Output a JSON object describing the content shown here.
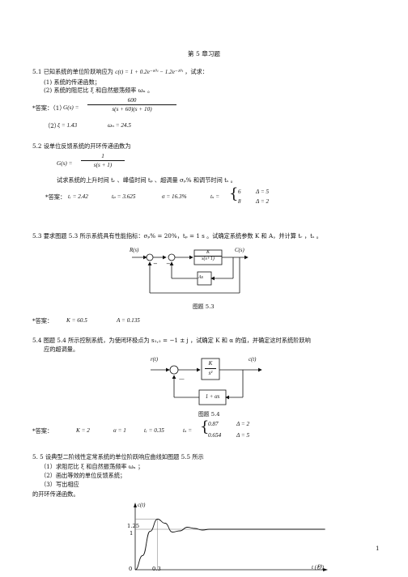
{
  "doc": {
    "title": "第 5 章习题",
    "page_number": "1"
  },
  "q1": {
    "head": "5.1 已知系统的单位阶跃响应为",
    "formula": "c(t) = 1 + 0.2e⁻⁶⁰ᵗ − 1.2e⁻¹⁰ᵗ",
    "tail": "，试求：",
    "item1": "(1) 系统的传递函数；",
    "item2": "(2) 系统的阻尼比 ξ 和自然振荡频率 ωₙ 。",
    "ans_label": "*答案：（1）",
    "ans_lhs": "G(s) =",
    "ans_num": "600",
    "ans_den": "s(s + 60)(s + 10)",
    "ans2_label": "（2）",
    "ans2_a": "ξ = 1.43",
    "ans2_b": "ωₙ = 24.5"
  },
  "q2": {
    "head": "5.2 设单位反馈系统的开环传递函数为",
    "lhs": "G(s) =",
    "num": "1",
    "den": "s(s + 1)",
    "ask": "试求系统的上升时间 tᵣ 、峰值时间 tₚ 、超调量 σₚ% 和调节时间 tₛ 。",
    "ans_label": "*答案：",
    "ans_tr": "tᵣ = 2.42",
    "ans_tp": "tₚ = 3.625",
    "ans_sigma": "σ = 16.3%",
    "ans_ts": "tₛ =",
    "ts_row1_val": "6",
    "ts_row1_cond": "Δ = 5",
    "ts_row2_val": "8",
    "ts_row2_cond": "Δ = 2"
  },
  "q3": {
    "head": "5.3 要求图题 5.3 所示系统具有性能指标：σₚ% = 20%，tₚ = 1 s 。试确定系统参数 K 和 A，并计算 tᵣ ，tₛ 。",
    "fig_input": "R(s)",
    "fig_output": "C(s)",
    "fig_block_num": "K",
    "fig_block_den": "s(s+1)",
    "fig_feedback": "As",
    "caption": "图题 5.3",
    "ans_label": "*答案：",
    "ans_K": "K = 60.5",
    "ans_A": "A = 0.135"
  },
  "q4": {
    "head": "5.4 图题 5.4 所示控制系统，为使闭环极点为 s₁,₂ = −1 ± j ，试确定 K 和 α 的值，并确定这时系统阶跃响",
    "head2": "应的超调量。",
    "fig_input": "r(t)",
    "fig_output": "c(t)",
    "fig_block_num": "K",
    "fig_block_den": "s²",
    "fig_feedback": "1 + αs",
    "caption": "图题 5.4",
    "ans_label": "*答案：",
    "ans_K": "K = 2",
    "ans_alpha": "α = 1",
    "ans_tr": "tᵣ = 0.35",
    "ans_ts": "tₛ =",
    "ts_row1_val": "0.87",
    "ts_row1_cond": "Δ = 2",
    "ts_row2_val": "0.654",
    "ts_row2_cond": "Δ = 5"
  },
  "q5": {
    "head": "5. 5 设典型二阶线性定常系统的单位阶跃响应曲线如图题 5.5 所示",
    "item1": "（1）求阻尼比 ξ 和自然振荡频率 ωₙ ；",
    "item2": "（2）画出等效的单位反馈系统；",
    "item3": "（3）写出相应",
    "item4": "的开环传递函数。",
    "fig_ylabel": "c(t)",
    "fig_xlabel": "t (秒)",
    "fig_origin": "0",
    "fig_y_tick1": "1",
    "fig_y_tick2": "1.25",
    "fig_x_tick": "0.3"
  },
  "chart_data": {
    "type": "line",
    "title": "",
    "xlabel": "t (秒)",
    "ylabel": "c(t)",
    "annotations": {
      "peak_value": 1.25,
      "peak_time": 0.3,
      "steady_state": 1
    },
    "series": [
      {
        "x": [
          0,
          0.1,
          0.2,
          0.3,
          0.4,
          0.5,
          0.6,
          0.7,
          0.8,
          0.9,
          1.0,
          1.2,
          1.4
        ],
        "values": [
          0,
          0.35,
          0.95,
          1.25,
          1.15,
          0.93,
          0.96,
          1.05,
          1.02,
          0.98,
          1.0,
          1.0,
          1.0
        ]
      }
    ]
  }
}
